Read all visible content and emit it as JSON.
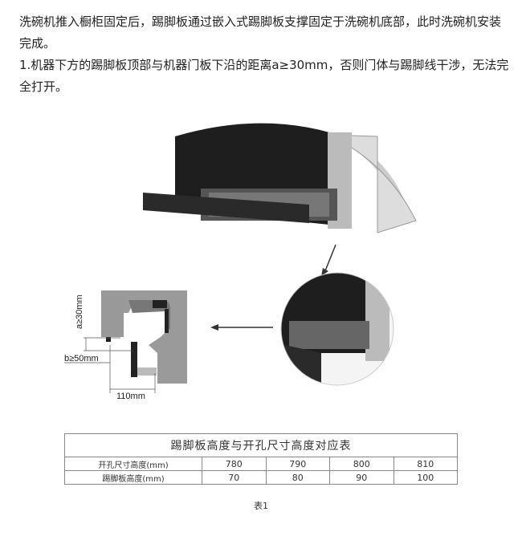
{
  "intro": "洗碗机推入橱柜固定后，踢脚板通过嵌入式踢脚板支撑固定于洗碗机底部，此时洗碗机安装完成。",
  "step1": "1.机器下方的踢脚板顶部与机器门板下沿的距离a≥30mm，否则门体与踢脚线干涉，无法完全打开。",
  "figure": {
    "label_a": "a≥30mm",
    "label_b": "b≥50mm",
    "label_width": "110mm"
  },
  "table": {
    "title": "踢脚板高度与开孔尺寸高度对应表",
    "rows": [
      {
        "header": "开孔尺寸高度(mm)",
        "values": [
          "780",
          "790",
          "800",
          "810"
        ]
      },
      {
        "header": "踢脚板高度(mm)",
        "values": [
          "70",
          "80",
          "90",
          "100"
        ]
      }
    ],
    "caption": "表1"
  }
}
